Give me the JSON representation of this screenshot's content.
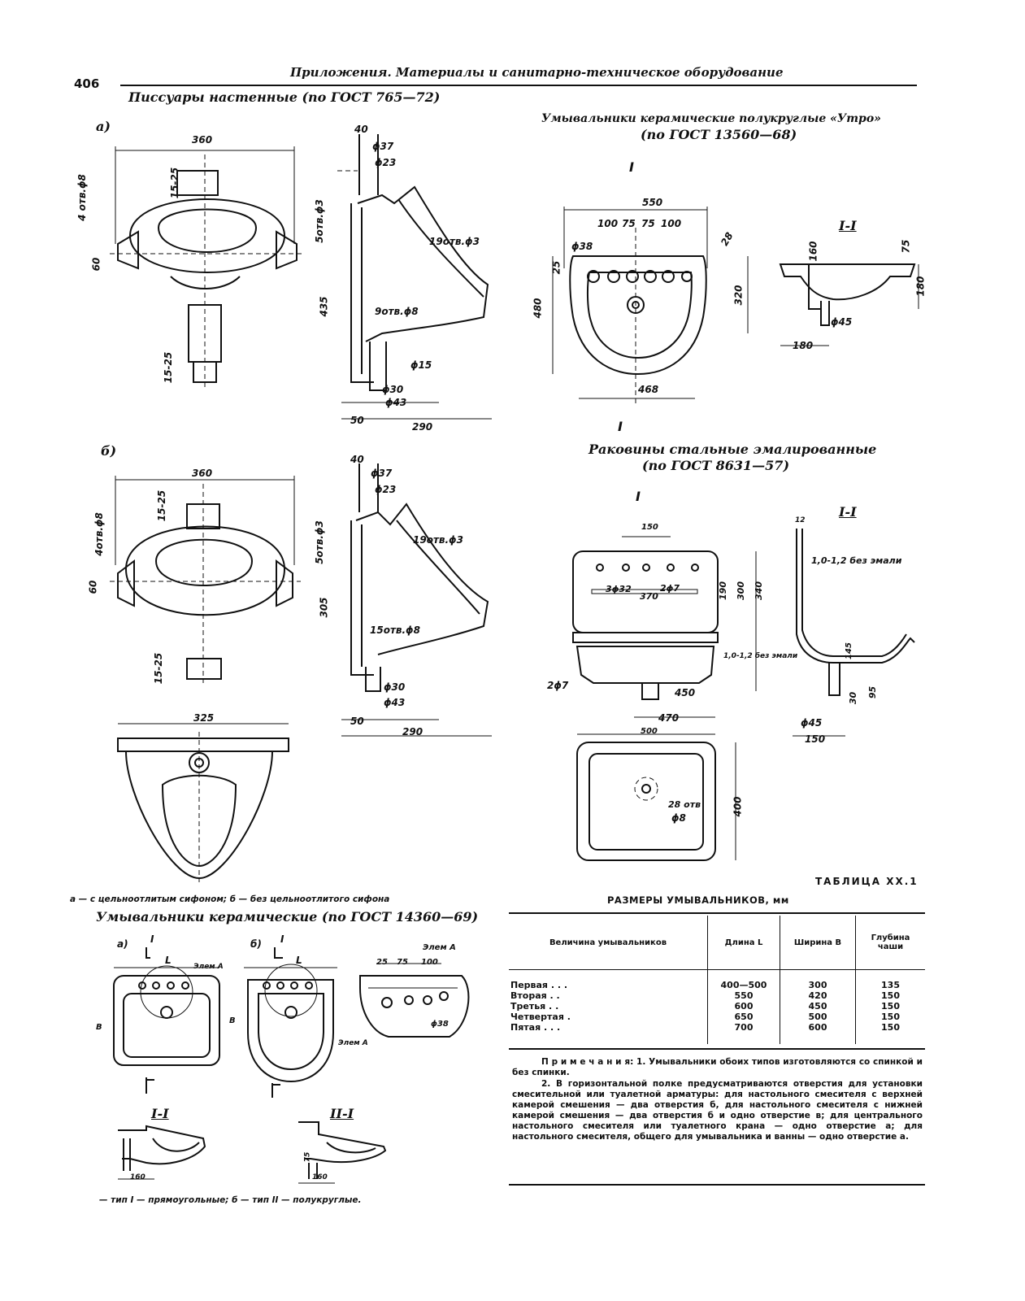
{
  "page": {
    "number": "406",
    "running_header": "Приложения. Материалы и санитарно-техническое оборудование"
  },
  "urinals": {
    "title": "Писсуары настенные (по ГОСТ 765—72)",
    "label_a": "а)",
    "label_b": "б)",
    "caption": "а — с цельноотлитым сифоном; б — без цельноотлитого сифона",
    "dims": {
      "w360": "360",
      "w325": "325",
      "d40a": "40",
      "d40b": "40",
      "p37": "ϕ37",
      "p23": "ϕ23",
      "p37b": "ϕ37",
      "p23b": "ϕ23",
      "r1525a": "15-25",
      "r1525b": "15-25",
      "r1525c": "15-25",
      "r1525d": "15-25",
      "h4otv": "4 отв.ϕ8",
      "h4otvb": "4отв.ϕ8",
      "h60a": "60",
      "h60b": "60",
      "h5otv": "5отв.ϕ3",
      "h5otvb": "5отв.ϕ3",
      "h19otv": "19отв.ϕ3",
      "h19otvb": "19отв.ϕ3",
      "h435": "435",
      "h305": "305",
      "h9otv": "9отв.ϕ8",
      "h15otv": "15отв.ϕ8",
      "p15": "ϕ15",
      "p30": "ϕ30",
      "p43": "ϕ43",
      "p30b": "ϕ30",
      "p43b": "ϕ43",
      "w50a": "50",
      "w50b": "50",
      "w290a": "290",
      "w290b": "290"
    }
  },
  "washbasins_ceramic": {
    "title": "Умывальники керамические (по ГОСТ 14360—69)",
    "label_a": "а)",
    "label_b": "б)",
    "caption": "— тип I — прямоугольные; б — тип II — полукруглые.",
    "section_I": "I",
    "section_label": "I-I",
    "section_label_b": "II-I",
    "elem_A": "Элем А",
    "elem_A2": "Элем А",
    "dim_L": "L",
    "dim_B": "B",
    "dims_small": [
      "25",
      "75",
      "100"
    ],
    "phi": "ϕ38",
    "d75": "75",
    "d160": "160"
  },
  "washbasins_utro": {
    "title_line1": "Умывальники керамические полукруглые «Утро»",
    "title_line2": "(по ГОСТ 13560—68)",
    "section_I": "I",
    "section_label": "I-I",
    "dims": {
      "w550": "550",
      "s100a": "100",
      "s75a": "75",
      "s75b": "75",
      "s100b": "100",
      "p38": "ϕ38",
      "d28": "28",
      "d25": "25",
      "h480": "480",
      "h320": "320",
      "w468": "468",
      "h160": "160",
      "h75": "75",
      "h180": "180",
      "p45": "ϕ45",
      "w180": "180"
    }
  },
  "sinks_steel": {
    "title_line1": "Раковины стальные эмалированные",
    "title_line2": "(по ГОСТ 8631—57)",
    "section_I": "I",
    "section_label": "I-I",
    "dims": {
      "w150": "150",
      "h3p32": "3ϕ32",
      "w370": "370",
      "h2p7": "2ϕ7",
      "h2p7b": "2ϕ7",
      "h190": "190",
      "h300": "300",
      "h340": "340",
      "w450": "450",
      "w470": "470",
      "w500": "500",
      "h400": "400",
      "h28otv": "28 отв",
      "p8": "ϕ8",
      "t12": "12",
      "enamel1": "1,0-1,2 без эмали",
      "enamel2": "1,0-1,2 без эмали",
      "h145": "145",
      "h95": "95",
      "h30": "30",
      "p45": "ϕ45",
      "w150b": "150"
    }
  },
  "table": {
    "number": "ТАБЛИЦА XX.1",
    "title": "РАЗМЕРЫ УМЫВАЛЬНИКОВ, мм",
    "headers": [
      "Величина умывальников",
      "Длина L",
      "Ширина B",
      "Глубина чаши"
    ],
    "rows": [
      [
        "Первая . . .",
        "400—500",
        "300",
        "135"
      ],
      [
        "Вторая . .",
        "550",
        "420",
        "150"
      ],
      [
        "Третья . .",
        "600",
        "450",
        "150"
      ],
      [
        "Четвертая .",
        "650",
        "500",
        "150"
      ],
      [
        "Пятая . . .",
        "700",
        "600",
        "150"
      ]
    ],
    "notes": [
      "П р и м е ч а н и я: 1. Умывальники обоих типов изготовляются со спинкой и без спинки.",
      "2. В горизонтальной полке предусматриваются отверстия для установки смесительной или туалетной арматуры: для настольного смесителя с верхней камерой смешения — два отверстия б, для настольного смесителя с нижней камерой смешения — два отверстия б и одно отверстие в; для центрального настольного смесителя или туалетного крана — одно отверстие а; для настольного смесителя, общего для умывальника и ванны — одно отверстие а."
    ]
  }
}
